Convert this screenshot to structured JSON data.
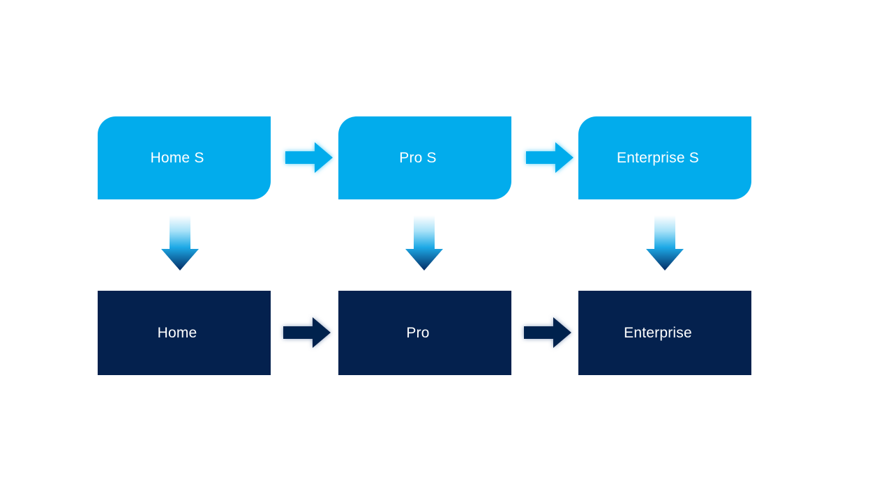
{
  "diagram": {
    "type": "process-flow",
    "background_color": "#FFFFFF",
    "palette": {
      "accent_cyan": "#02ACEC",
      "accent_navy": "#04214E",
      "label_color": "#FFFFFF",
      "down_arrow_gradient_top": "#FFFFFF",
      "down_arrow_gradient_mid": "#29B6EC",
      "down_arrow_gradient_bottom": "#042B63"
    },
    "rows": [
      {
        "id": "top-row",
        "style": "rounded-diagonal-corner",
        "fill": "#02ACEC",
        "nodes": [
          {
            "id": "home-s",
            "label": "Home S"
          },
          {
            "id": "pro-s",
            "label": "Pro S"
          },
          {
            "id": "enterprise-s",
            "label": "Enterprise S"
          }
        ],
        "connectors": [
          {
            "id": "top-connector-1",
            "icon": "arrow-right-icon",
            "from": "home-s",
            "to": "pro-s",
            "color": "#02ACEC"
          },
          {
            "id": "top-connector-2",
            "icon": "arrow-right-icon",
            "from": "pro-s",
            "to": "enterprise-s",
            "color": "#02ACEC"
          }
        ]
      },
      {
        "id": "bottom-row",
        "style": "rectangle",
        "fill": "#04214E",
        "nodes": [
          {
            "id": "home",
            "label": "Home"
          },
          {
            "id": "pro",
            "label": "Pro"
          },
          {
            "id": "enterprise",
            "label": "Enterprise"
          }
        ],
        "connectors": [
          {
            "id": "bottom-connector-1",
            "icon": "arrow-right-icon",
            "from": "home",
            "to": "pro",
            "color": "#04214E"
          },
          {
            "id": "bottom-connector-2",
            "icon": "arrow-right-icon",
            "from": "pro",
            "to": "enterprise",
            "color": "#04214E"
          }
        ]
      }
    ],
    "vertical_connectors": [
      {
        "id": "down-connector-1",
        "icon": "arrow-down-icon",
        "from": "home-s",
        "to": "home"
      },
      {
        "id": "down-connector-2",
        "icon": "arrow-down-icon",
        "from": "pro-s",
        "to": "pro"
      },
      {
        "id": "down-connector-3",
        "icon": "arrow-down-icon",
        "from": "enterprise-s",
        "to": "enterprise"
      }
    ]
  }
}
